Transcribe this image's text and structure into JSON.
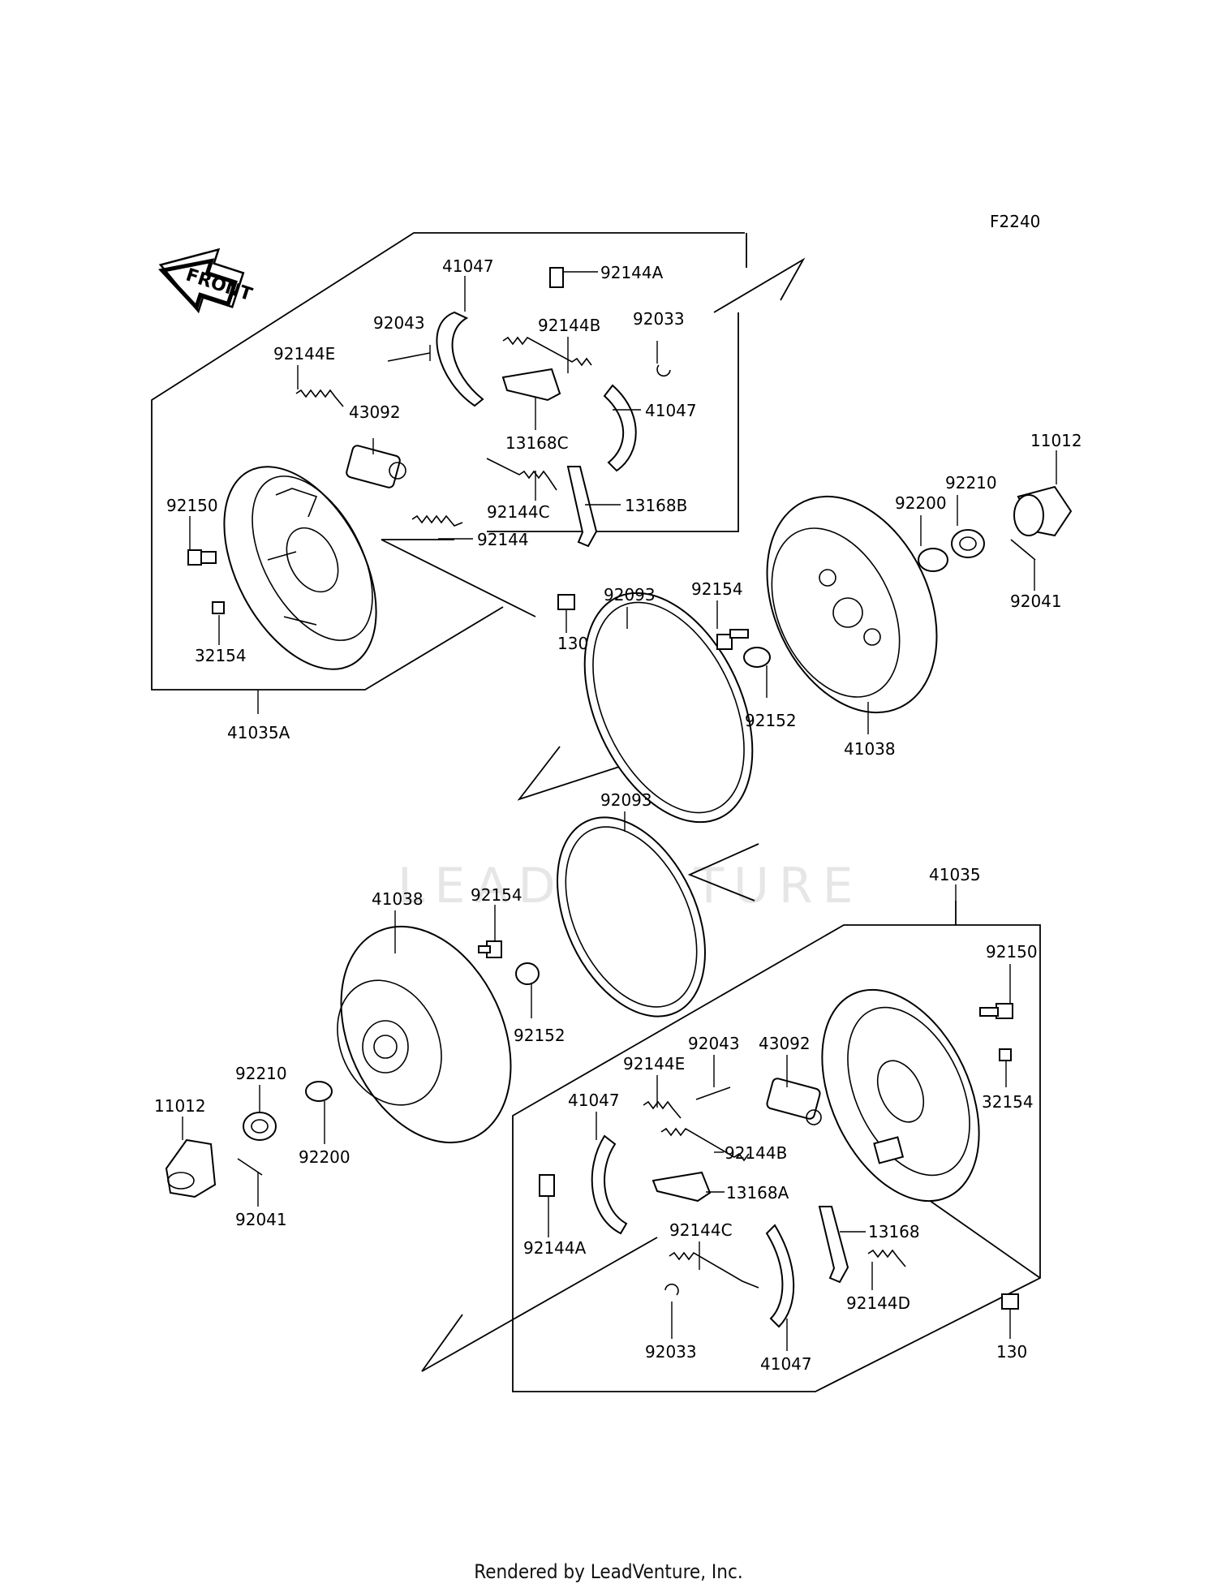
{
  "figure_code": "F2240",
  "front_label": "FRONT",
  "watermark": "LEADVENTURE",
  "footer": "Rendered by LeadVenture, Inc.",
  "callouts": {
    "c41047_a": "41047",
    "c92144A_a": "92144A",
    "c92043_a": "92043",
    "c92144B_a": "92144B",
    "c92033_a": "92033",
    "c92144E_a": "92144E",
    "c43092_a": "43092",
    "c13168C": "13168C",
    "c41047_b": "41047",
    "c92150_a": "92150",
    "c92144C_a": "92144C",
    "c13168B": "13168B",
    "c92144": "92144",
    "c11012_a": "11012",
    "c92210_a": "92210",
    "c92200_a": "92200",
    "c92041_a": "92041",
    "c92093_a": "92093",
    "c92154_a": "92154",
    "c130_a": "130",
    "c32154_a": "32154",
    "c41035A": "41035A",
    "c92152_a": "92152",
    "c41038_a": "41038",
    "c92093_b": "92093",
    "c41035": "41035",
    "c41038_b": "41038",
    "c92154_b": "92154",
    "c92150_b": "92150",
    "c92152_b": "92152",
    "c92043_b": "92043",
    "c43092_b": "43092",
    "c92144E_b": "92144E",
    "c92210_b": "92210",
    "c32154_b": "32154",
    "c41047_c": "41047",
    "c92144B_b": "92144B",
    "c11012_b": "11012",
    "c92200_b": "92200",
    "c13168A": "13168A",
    "c92041_b": "92041",
    "c92144A_b": "92144A",
    "c92144C_b": "92144C",
    "c13168": "13168",
    "c92144D": "92144D",
    "c92033_b": "92033",
    "c41047_d": "41047",
    "c130_b": "130"
  }
}
